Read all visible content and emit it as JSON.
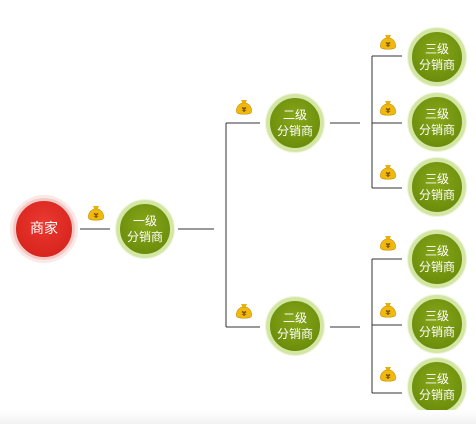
{
  "merchant": {
    "label": "商家"
  },
  "level1": {
    "line1": "一级",
    "line2": "分销商"
  },
  "level2": [
    {
      "line1": "二级",
      "line2": "分销商"
    },
    {
      "line1": "二级",
      "line2": "分销商"
    }
  ],
  "level3": [
    {
      "line1": "三级",
      "line2": "分销商"
    },
    {
      "line1": "三级",
      "line2": "分销商"
    },
    {
      "line1": "三级",
      "line2": "分销商"
    },
    {
      "line1": "三级",
      "line2": "分销商"
    },
    {
      "line1": "三级",
      "line2": "分销商"
    },
    {
      "line1": "三级",
      "line2": "分销商"
    }
  ],
  "money_bag": {
    "icon": "money-bag-icon",
    "glyph": "¥",
    "color": "#e8b10c"
  },
  "colors": {
    "merchant": "#d8241d",
    "distributor": "#6e8f0c",
    "distributor_ring": "#d3e6a4",
    "connector": "#333333"
  }
}
